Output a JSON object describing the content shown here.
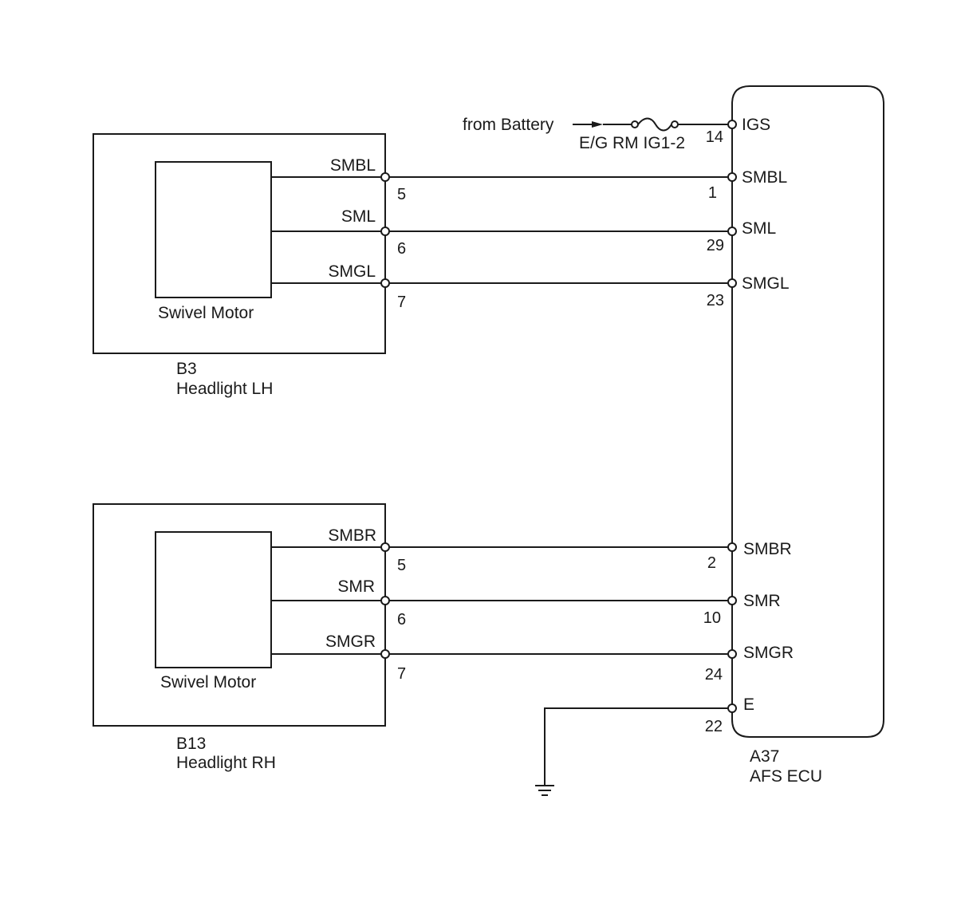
{
  "battery": {
    "source_label": "from Battery",
    "fuse_label": "E/G RM IG1-2"
  },
  "headlight_lh": {
    "id": "B3",
    "name": "Headlight LH",
    "motor_label": "Swivel Motor",
    "pins": [
      {
        "signal": "SMBL",
        "pin": "5"
      },
      {
        "signal": "SML",
        "pin": "6"
      },
      {
        "signal": "SMGL",
        "pin": "7"
      }
    ]
  },
  "headlight_rh": {
    "id": "B13",
    "name": "Headlight RH",
    "motor_label": "Swivel Motor",
    "pins": [
      {
        "signal": "SMBR",
        "pin": "5"
      },
      {
        "signal": "SMR",
        "pin": "6"
      },
      {
        "signal": "SMGR",
        "pin": "7"
      }
    ]
  },
  "ecu": {
    "id": "A37",
    "name": "AFS ECU",
    "pins": [
      {
        "signal": "IGS",
        "pin": "14"
      },
      {
        "signal": "SMBL",
        "pin": "1"
      },
      {
        "signal": "SML",
        "pin": "29"
      },
      {
        "signal": "SMGL",
        "pin": "23"
      },
      {
        "signal": "SMBR",
        "pin": "2"
      },
      {
        "signal": "SMR",
        "pin": "10"
      },
      {
        "signal": "SMGR",
        "pin": "24"
      },
      {
        "signal": "E",
        "pin": "22"
      }
    ]
  }
}
